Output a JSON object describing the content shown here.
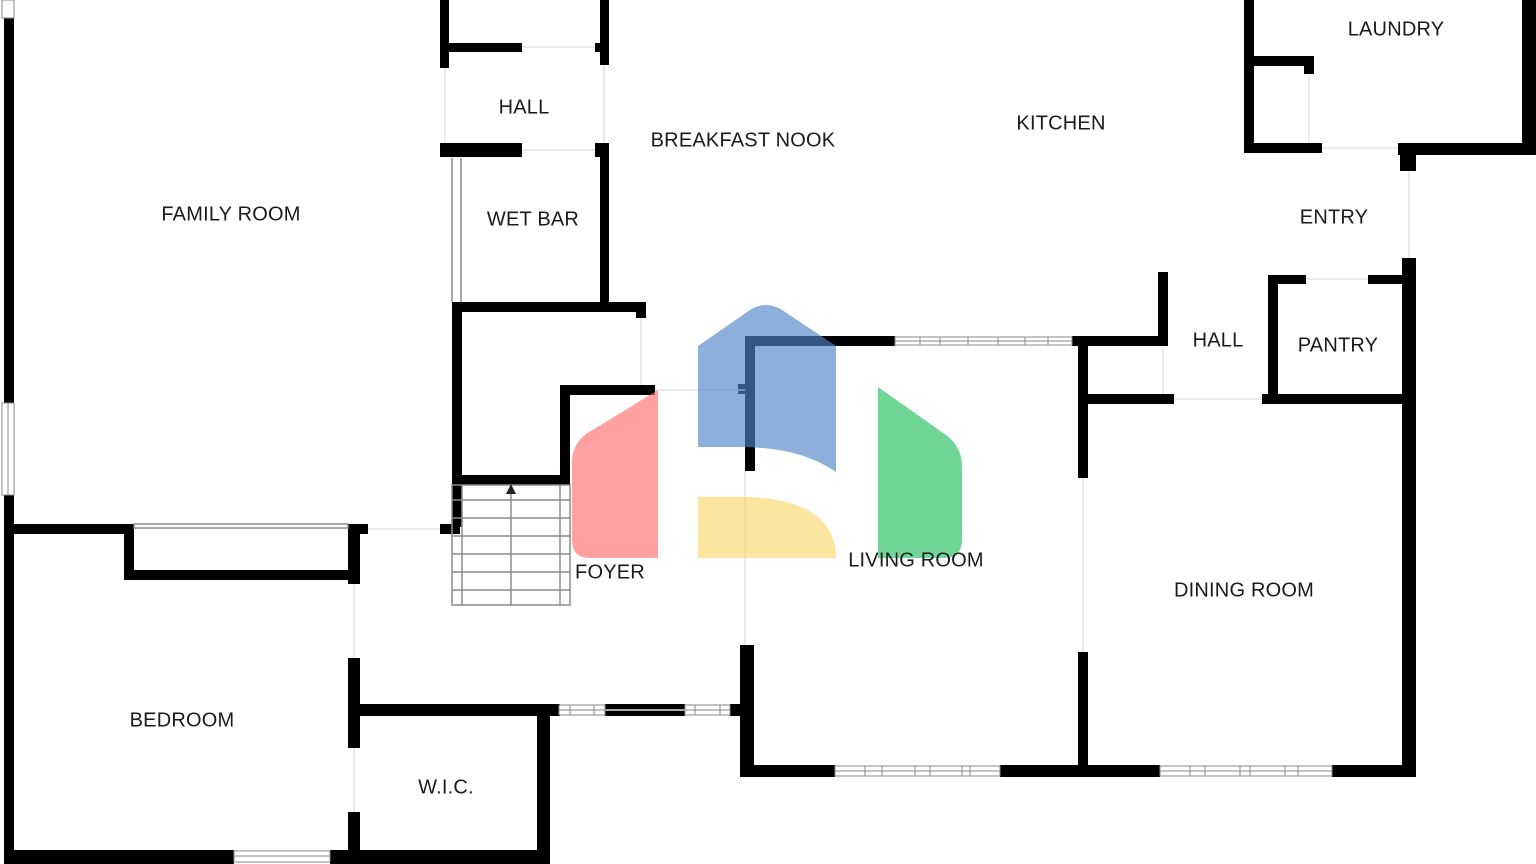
{
  "rooms": {
    "laundry": "LAUNDRY",
    "hall_upper": "HALL",
    "breakfast_nook": "BREAKFAST NOOK",
    "kitchen": "KITCHEN",
    "family_room": "FAMILY ROOM",
    "wet_bar": "WET BAR",
    "entry": "ENTRY",
    "hall_right": "HALL",
    "pantry": "PANTRY",
    "living_room": "LIVING ROOM",
    "foyer": "FOYER",
    "dining_room": "DINING ROOM",
    "bedroom": "BEDROOM",
    "wic": "W.I.C."
  },
  "watermark": {
    "icon": "house-logo-icon",
    "colors": {
      "red": "#ff6f6f",
      "blue": "#4f86c6",
      "yellow": "#fbd96b",
      "green": "#22c05f"
    }
  }
}
